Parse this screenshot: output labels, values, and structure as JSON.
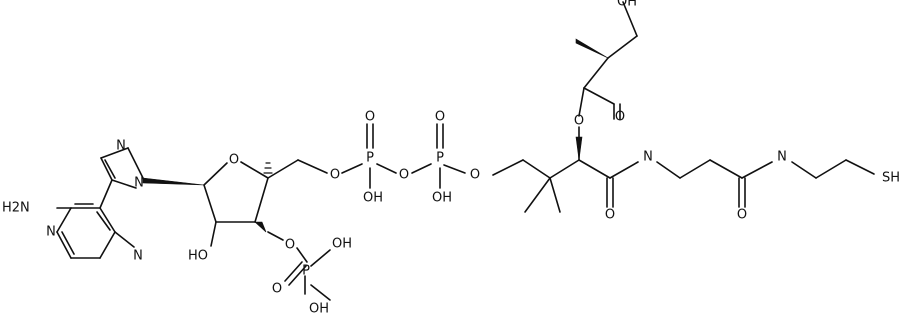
{
  "atoms": {
    "oh_top": "OH",
    "n_imid_top": "N",
    "n9": "N",
    "h2n": "H2N",
    "n_pyr_left": "N",
    "n_pyr_bottom": "N",
    "o_ring": "O",
    "ho_2p": "HO",
    "o_3p": "O",
    "p_3p": "P",
    "o_dbl_3p": "O",
    "oh_3p_a": "OH",
    "oh_3p_b": "OH",
    "o_5p": "O",
    "p1": "P",
    "p1_o_top": "O",
    "p1_oh": "OH",
    "o_bridge": "O",
    "p2": "P",
    "p2_o_top": "O",
    "p2_oh": "OH",
    "o_p2_c": "O",
    "o_ester": "O",
    "o_ester_dbl": "O",
    "amide1_o": "O",
    "amide1_n": "N",
    "amide2_o": "O",
    "amide2_n": "N",
    "sh": "SH"
  }
}
